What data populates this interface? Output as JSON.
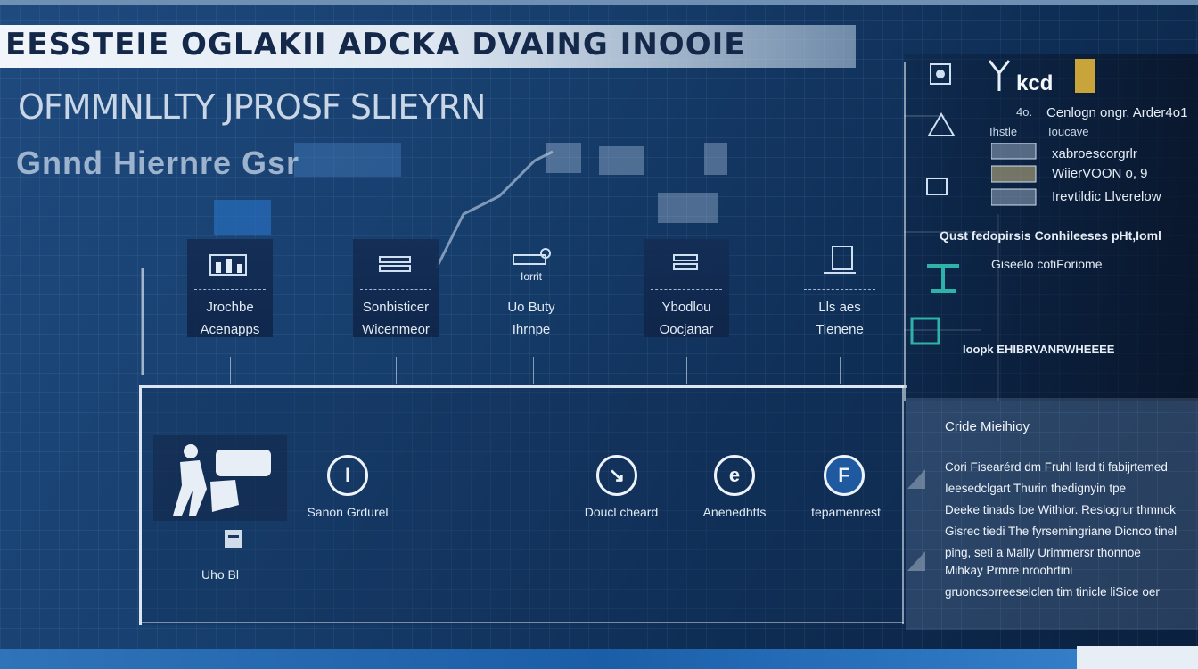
{
  "header": {
    "banner_title": "EESSTEIE OGLAKII ADCKA DVAING INOOIE",
    "subtitle": "OFMMNLLTY JPROSF SLIEYRN",
    "tagline": "Gnnd Hiernre Gsr"
  },
  "nodes": [
    {
      "label": "Jrochbe\nAcenapps"
    },
    {
      "label": "Sonbisticer\nWicenmeor"
    },
    {
      "label": "Uo Buty\nIhrnpe",
      "top_label": "Iorrit"
    },
    {
      "label": "Ybodlou\nOocjanar"
    },
    {
      "label": "Lls aes\nTienene"
    }
  ],
  "board": {
    "items": [
      {
        "label": "Sanon Grdurel",
        "icon": "info-circle-icon"
      },
      {
        "label": "Doucl cheard",
        "icon": "arrow-circle-icon"
      },
      {
        "label": "Anenedhtts",
        "icon": "refresh-circle-icon"
      },
      {
        "label": "tepamenrest",
        "icon": "f-circle-icon"
      }
    ],
    "worker_caption": "Uho Bl"
  },
  "right": {
    "logo": "kcd",
    "rows": [
      "Cenlogn ongr. Arder4o1",
      "Ihstle",
      "xabroescorgrlr",
      "WiierVOON o, 9",
      "Irevtildic Llverelow",
      "Qust fedopirsis Conhileeses pHt,Ioml",
      "Giseelo cotiForiome",
      "Ioopk  EHIBRVANRWHEEEE"
    ],
    "small": [
      "4o.",
      "Ioucave"
    ]
  },
  "info": {
    "title": "Cride Mieihioy",
    "lines": [
      "Cori Fisearérd dm Fruhl lerd ti fabijrtemed",
      "Ieesedclgart Thurin thedignyin tpe",
      "Deeke tinads loe Withlor. Reslogrur thmnck",
      "Gisrec tiedi The fyrsemingriane Dicnco tinel",
      "ping, seti a Mally Urimmersr thonnoe",
      "Mihkay Prmre nroohrtini",
      "gruoncsorreeselclen tim tinicle liSice oer"
    ]
  },
  "colors": {
    "accent": "#1f5aa0",
    "background": "#173f6e",
    "banner": "#f2f6fb"
  }
}
